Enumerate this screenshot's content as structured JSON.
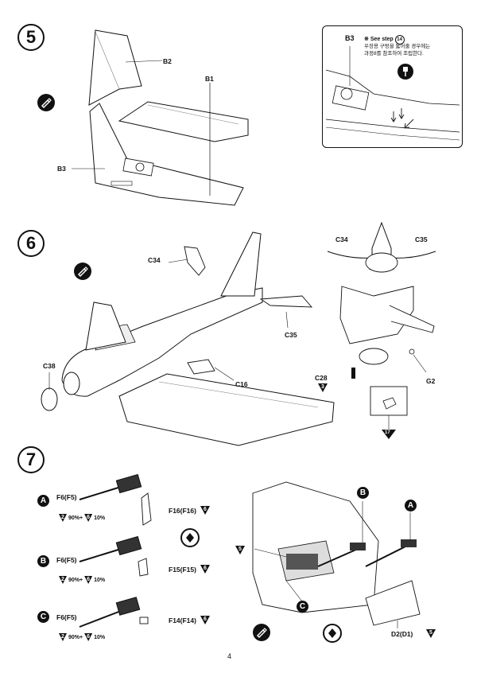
{
  "steps": [
    {
      "number": "5"
    },
    {
      "number": "6"
    },
    {
      "number": "7"
    }
  ],
  "step5": {
    "labels": {
      "b2": "B2",
      "b1": "B1",
      "b3": "B3"
    },
    "inset": {
      "part": "B3",
      "note_symbol": "※",
      "note_line1": "See step",
      "note_step": "14",
      "note_line2": "우장용 구멍을 뚫어줄 경우에는",
      "note_line3": "과정8를 참조하여 조립한다."
    }
  },
  "step6": {
    "labels": {
      "c34": "C34",
      "c35": "C35",
      "c16": "C16",
      "c38": "C38",
      "c28": "C28",
      "c28_tri": "3",
      "g2": "G2",
      "g2_tri": "17",
      "front_c34": "C34",
      "front_c35": "C35"
    }
  },
  "step7": {
    "options": [
      {
        "letter": "A",
        "part1": "F6(F5)",
        "part2": "F16(F16)",
        "part2_tri": "6",
        "paint1_tri": "2",
        "paint1_pct": "90%+",
        "paint2_tri": "6",
        "paint2_pct": "10%"
      },
      {
        "letter": "B",
        "part1": "F6(F5)",
        "part2": "F15(F15)",
        "part2_tri": "6",
        "paint1_tri": "2",
        "paint1_pct": "90%+",
        "paint2_tri": "6",
        "paint2_pct": "10%"
      },
      {
        "letter": "C",
        "part1": "F6(F5)",
        "part2": "F14(F14)",
        "part2_tri": "6",
        "paint1_tri": "2",
        "paint1_pct": "90%+",
        "paint2_tri": "6",
        "paint2_pct": "10%"
      }
    ],
    "assembly": {
      "b": "B",
      "a": "A",
      "c": "C",
      "tri5": "5",
      "d2": "D2(D1)",
      "d2_tri": "5"
    }
  },
  "page_number": "4"
}
